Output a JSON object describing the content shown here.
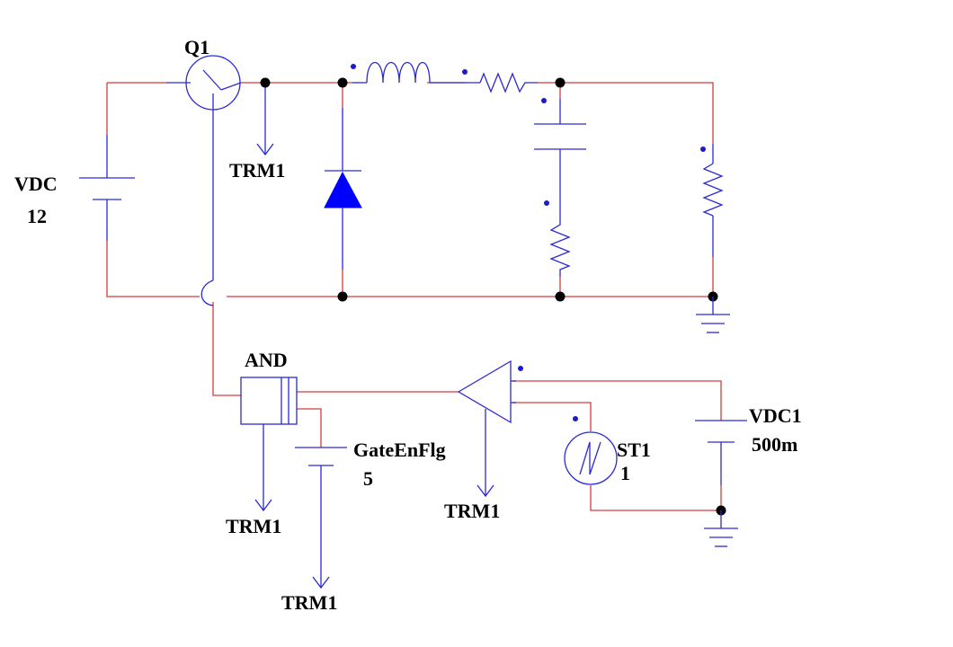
{
  "labels": {
    "q1": "Q1",
    "vdc": "VDC",
    "vdc_value": "12",
    "trm_top": "TRM1",
    "and": "AND",
    "trm_and": "TRM1",
    "gate_name": "GateEnFlg",
    "gate_value": "5",
    "trm_gate": "TRM1",
    "trm_comp": "TRM1",
    "st1": "ST1",
    "st1_value": "1",
    "vdc1": "VDC1",
    "vdc1_value": "500m"
  },
  "colors": {
    "wire": "#d43c3c",
    "component": "#2a2ad6",
    "diode_fill": "#0000ff",
    "node": "#000000"
  }
}
